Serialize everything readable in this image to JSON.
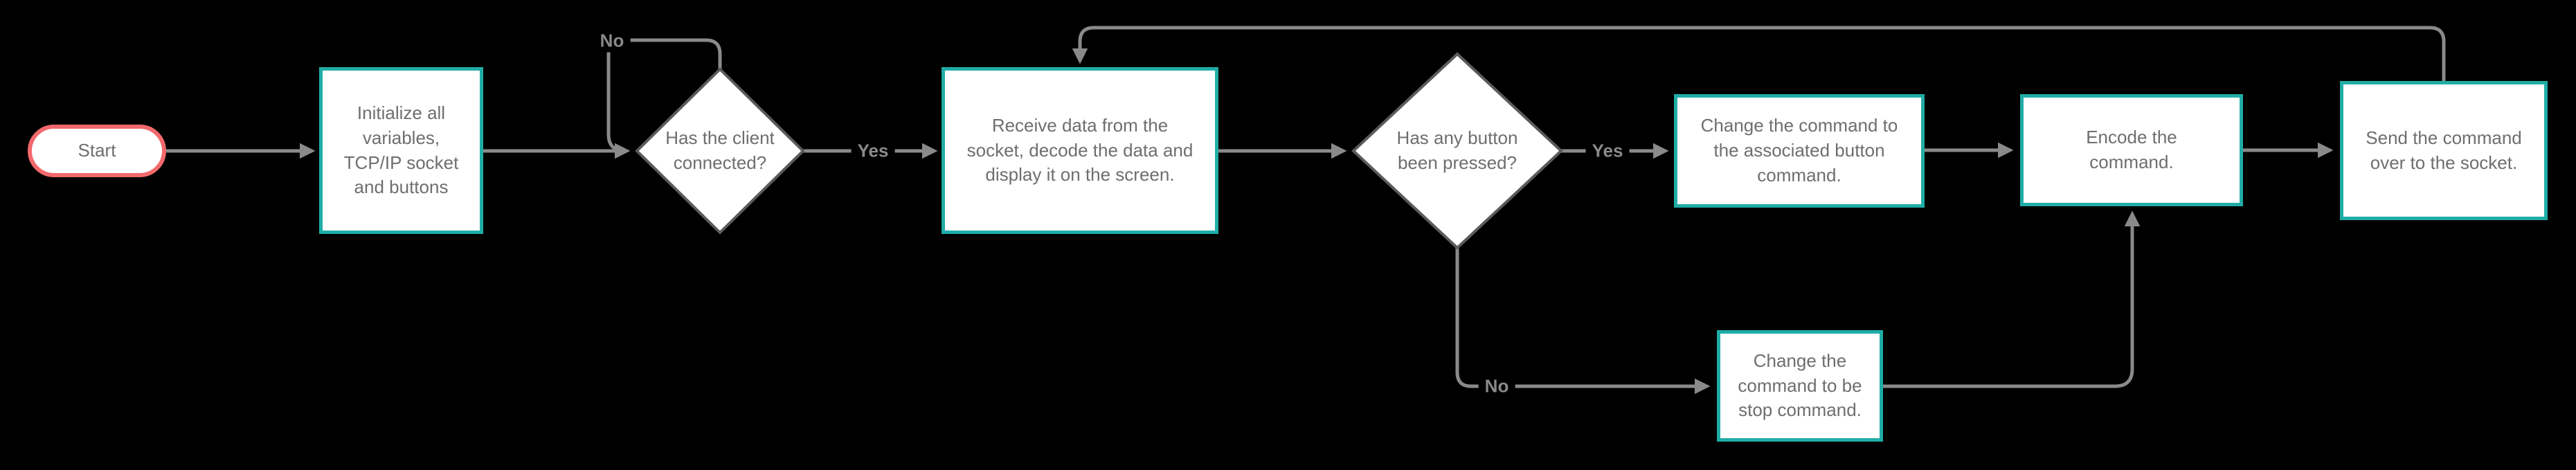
{
  "colors": {
    "background": "#000000",
    "process_border": "#20ADA6",
    "terminator_border": "#F2696C",
    "decision_border": "#5B5B5B",
    "connector": "#8A8A8A",
    "node_fill": "#FFFFFF",
    "node_text": "#6E6E6E",
    "edge_label_text": "#8A8A8A"
  },
  "nodes": {
    "start": {
      "type": "terminator",
      "label": "Start"
    },
    "init": {
      "type": "process",
      "label": "Initialize all\nvariables,\nTCP/IP socket\nand buttons"
    },
    "client_connected": {
      "type": "decision",
      "label": "Has the client\nconnected?"
    },
    "receive": {
      "type": "process",
      "label": "Receive data from the\nsocket, decode the data and\ndisplay it on the screen."
    },
    "button_pressed": {
      "type": "decision",
      "label": "Has any button\nbeen pressed?"
    },
    "change_assoc": {
      "type": "process",
      "label": "Change the command to\nthe associated button\ncommand."
    },
    "encode": {
      "type": "process",
      "label": "Encode the\ncommand."
    },
    "send": {
      "type": "process",
      "label": "Send the command\nover to the socket."
    },
    "change_stop": {
      "type": "process",
      "label": "Change the\ncommand to be\nstop command."
    }
  },
  "edge_labels": {
    "client_connected_no": "No",
    "client_connected_yes": "Yes",
    "button_pressed_yes": "Yes",
    "button_pressed_no": "No"
  }
}
